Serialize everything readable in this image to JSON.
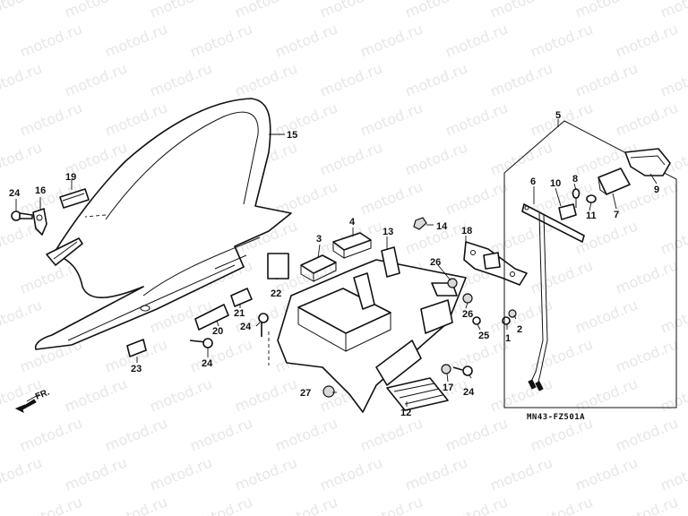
{
  "diagram": {
    "code": "MN43-FZ501A",
    "direction": "FR.",
    "watermark": "motod.ru",
    "callouts": [
      "1",
      "2",
      "3",
      "4",
      "5",
      "6",
      "7",
      "8",
      "9",
      "10",
      "11",
      "12",
      "13",
      "14",
      "15",
      "16",
      "17",
      "18",
      "19",
      "20",
      "21",
      "22",
      "23",
      "24",
      "24",
      "24",
      "24",
      "24",
      "25",
      "26",
      "26",
      "27"
    ]
  },
  "colors": {
    "line": "#111111",
    "watermark": "#e7e7e7",
    "background": "#ffffff"
  }
}
